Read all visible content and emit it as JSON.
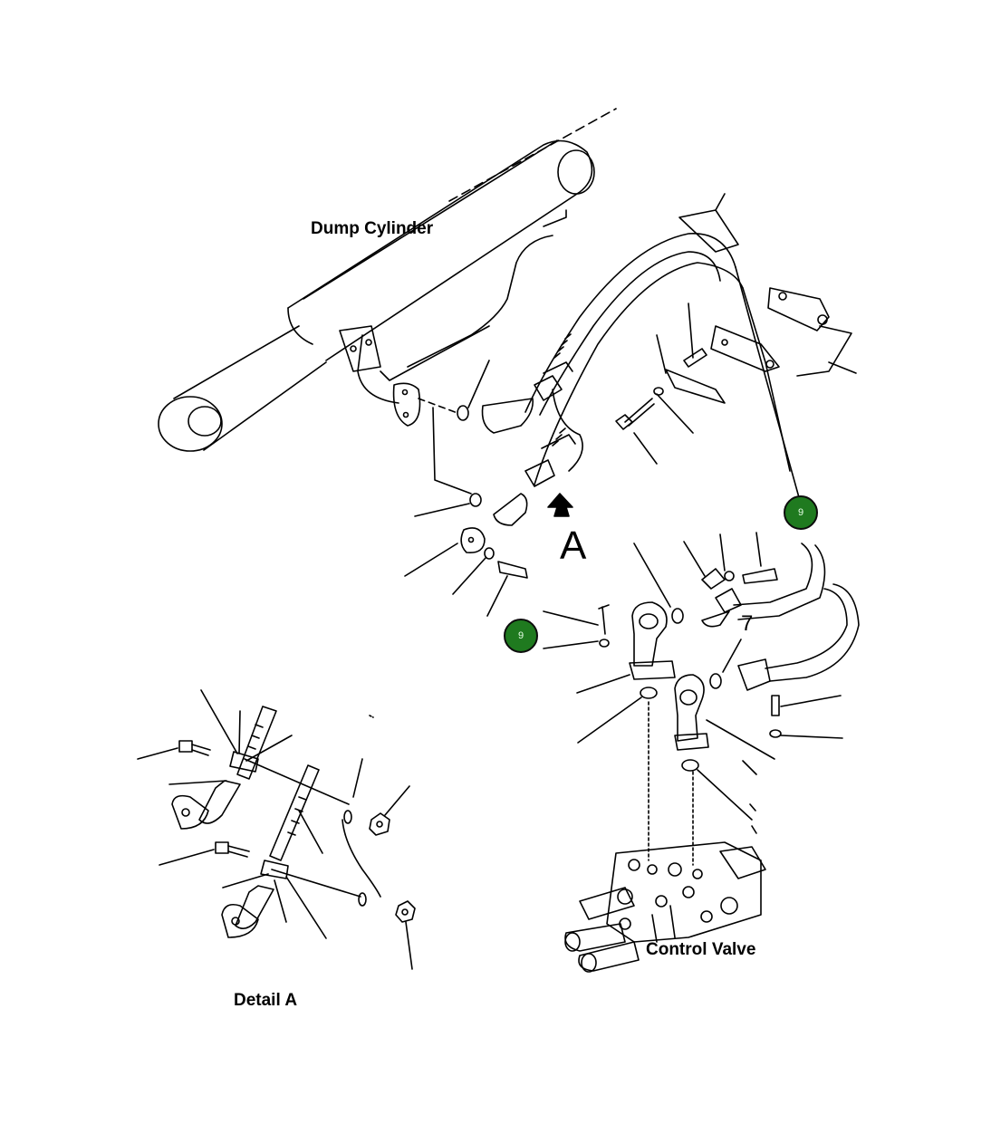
{
  "labels": {
    "dump_cylinder": "Dump Cylinder",
    "control_valve": "Control Valve",
    "detail_a": "Detail A",
    "view_arrow": "A",
    "seven_mark": "7"
  },
  "callouts": [
    {
      "id": "callout-9-right",
      "text": "9",
      "color": "#1f7a1f"
    },
    {
      "id": "callout-9-left",
      "text": "9",
      "color": "#1f7a1f"
    }
  ]
}
